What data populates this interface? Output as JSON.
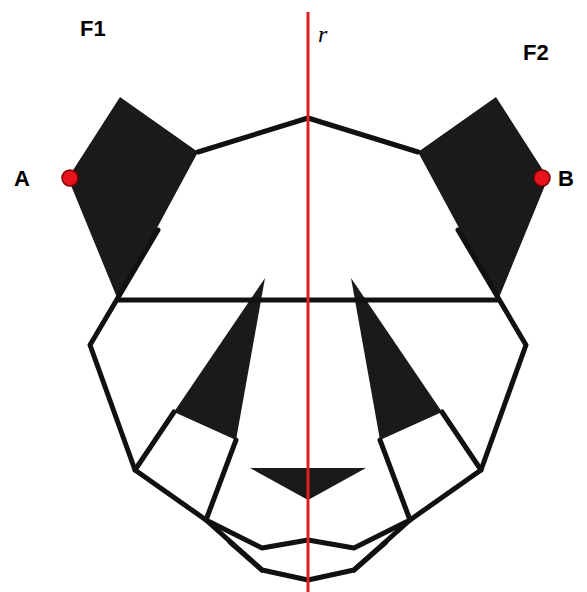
{
  "diagram": {
    "labels": [
      "F1",
      "r",
      "F2",
      "A",
      "B"
    ]
  }
}
